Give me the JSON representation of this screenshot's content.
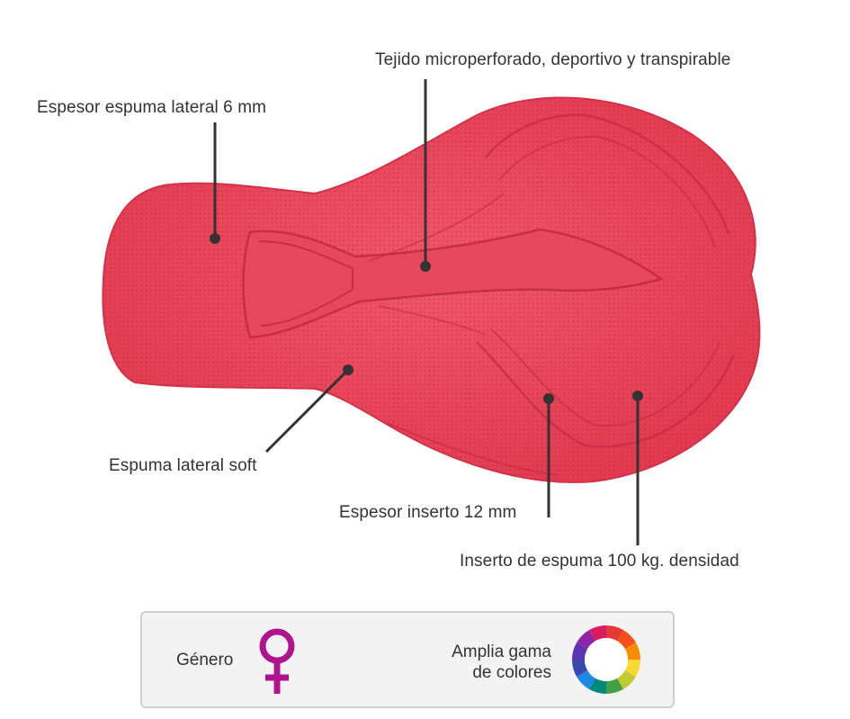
{
  "labels": {
    "tejido": "Tejido microperforado, deportivo y transpirable",
    "espesor_lateral": "Espesor espuma lateral 6 mm",
    "espuma_soft": "Espuma lateral soft",
    "espesor_inserto": "Espesor inserto 12 mm",
    "inserto_densidad": "Inserto de espuma 100 kg. densidad"
  },
  "legend": {
    "genero_label": "Género",
    "genero_icon": "female-symbol-icon",
    "colores_line1": "Amplia gama",
    "colores_line2": "de colores",
    "colores_icon": "color-wheel-icon"
  },
  "colors": {
    "pad": "#ec3f55",
    "pad_dark": "#c9283e",
    "leader": "#333333",
    "female_icon": "#b0148c",
    "wheel": [
      "#e53935",
      "#f4511e",
      "#fb8c00",
      "#fdd835",
      "#c0ca33",
      "#43a047",
      "#00897b",
      "#1e88e5",
      "#3949ab",
      "#5e35b1",
      "#8e24aa",
      "#d81b60"
    ]
  }
}
